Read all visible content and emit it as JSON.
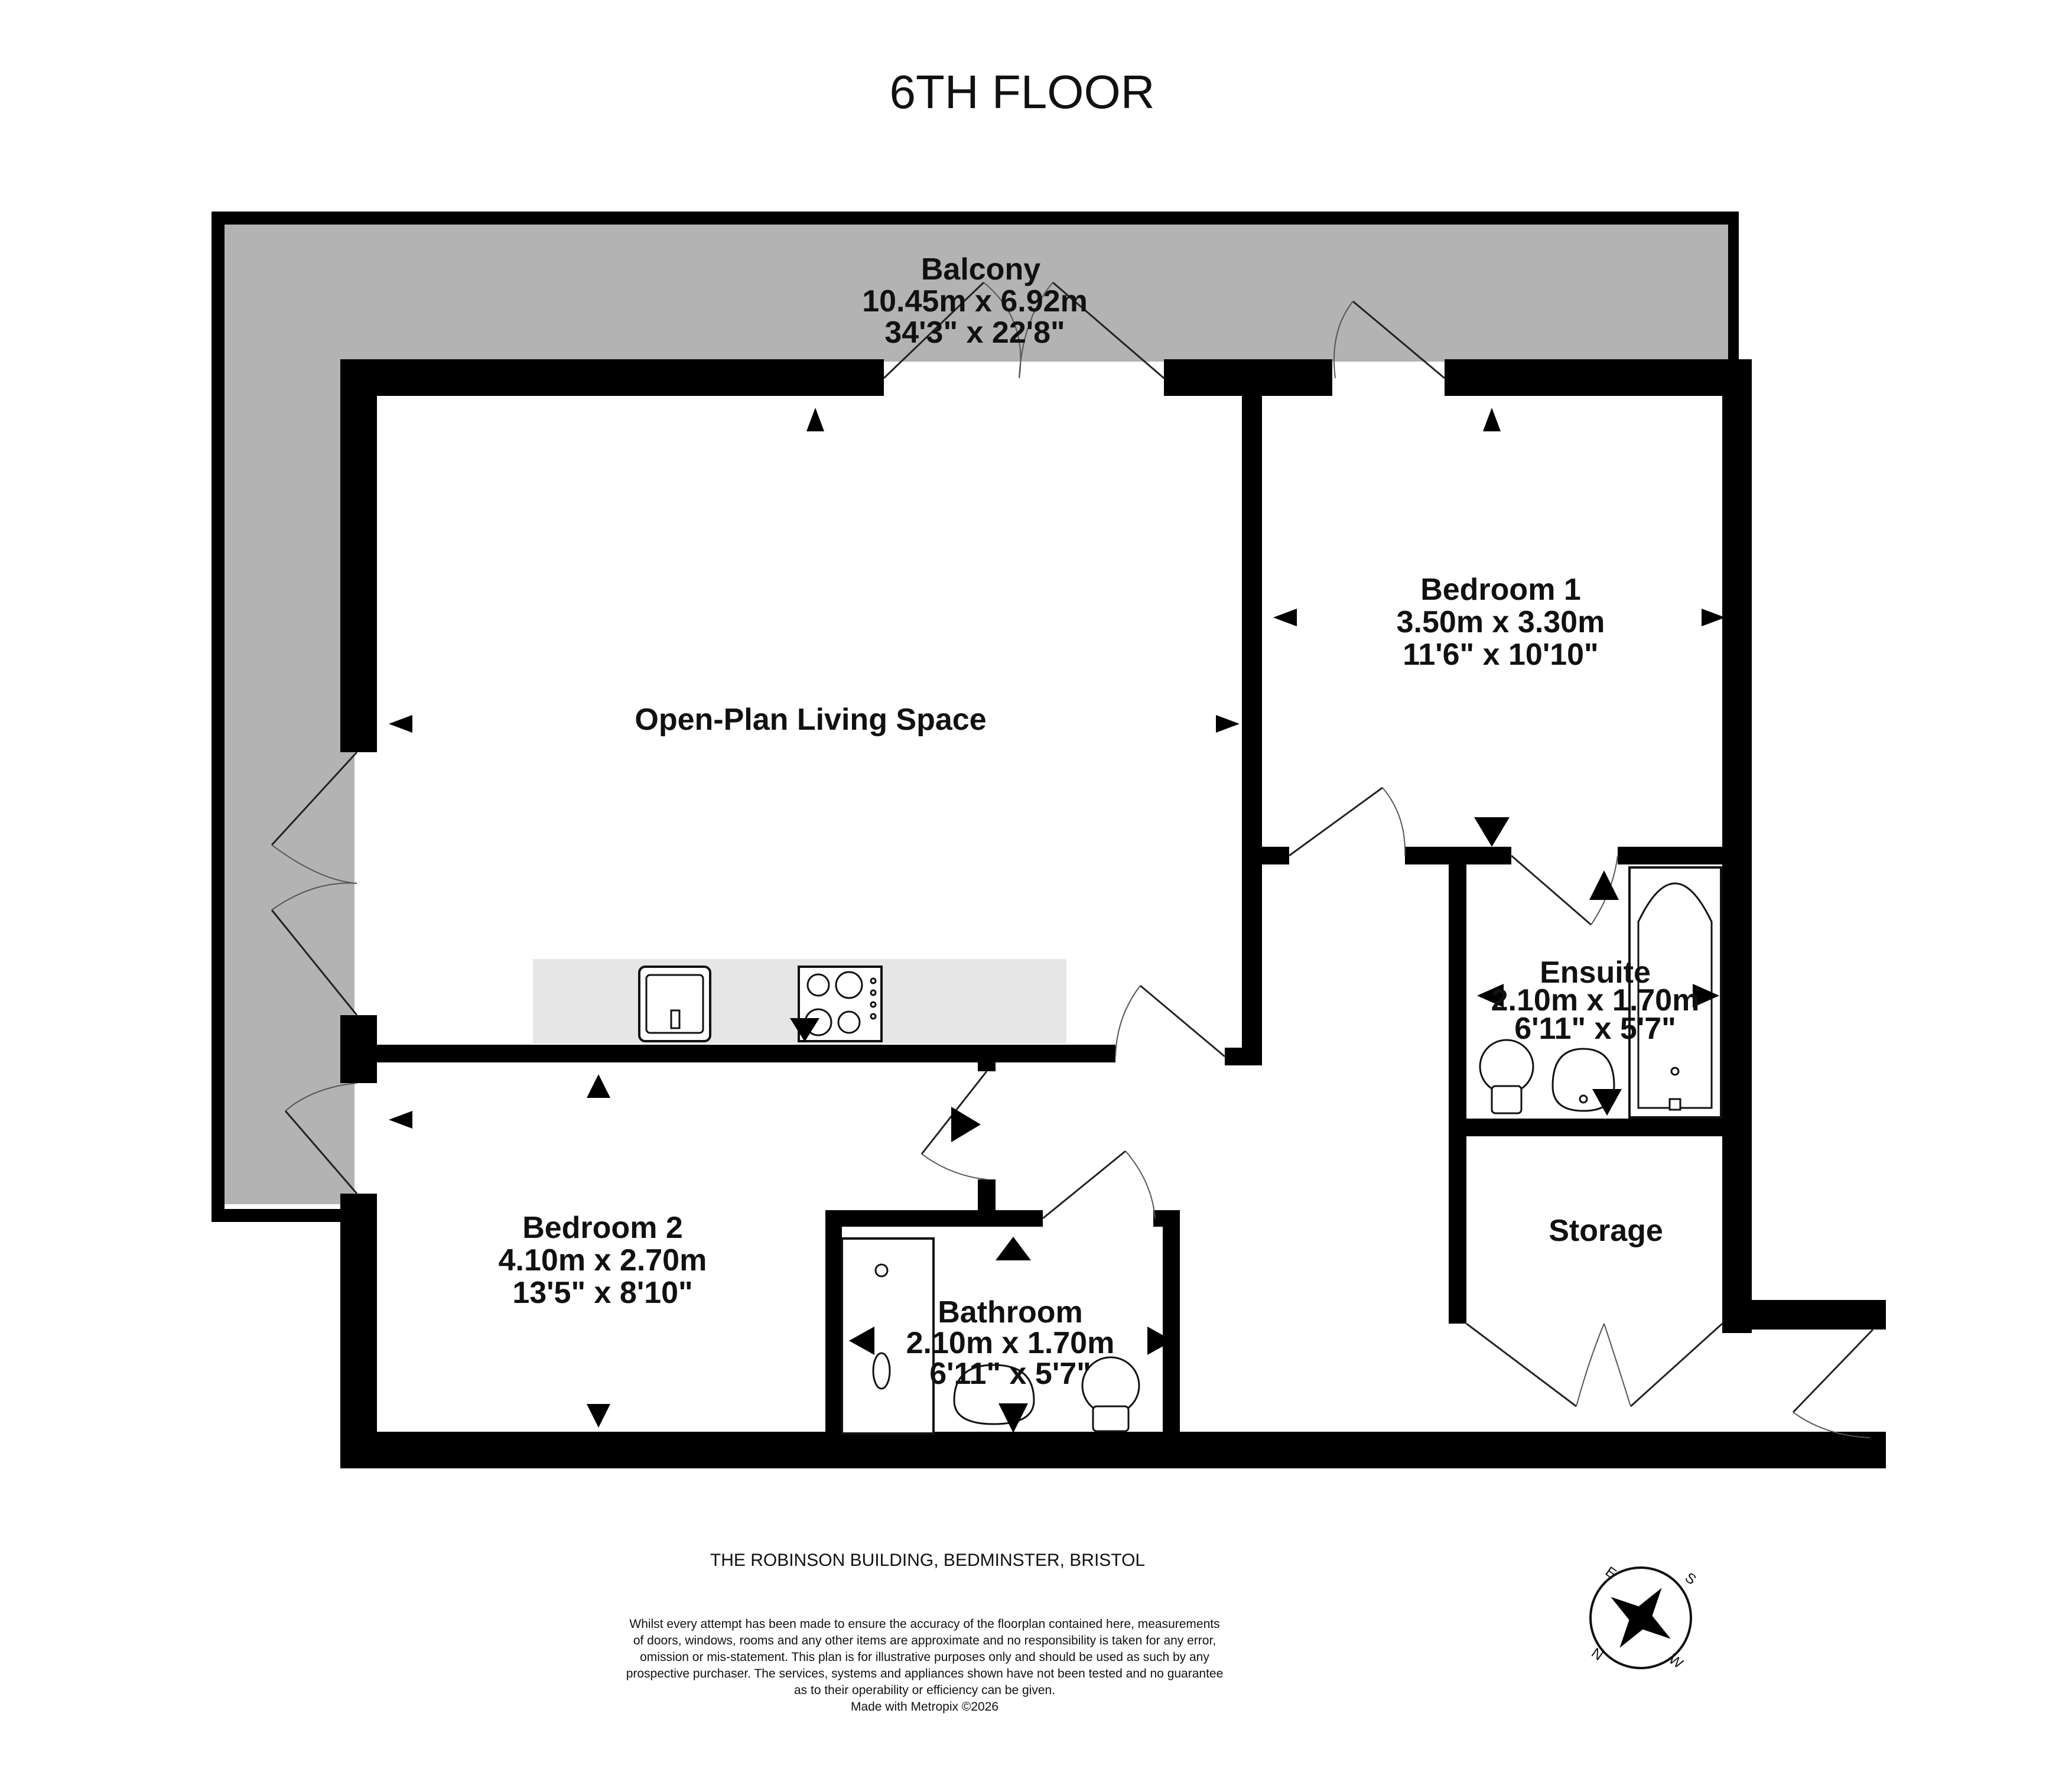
{
  "title": "6TH FLOOR",
  "rooms": {
    "balcony": {
      "name": "Balcony",
      "metric": "10.45m  x 6.92m",
      "imperial": "34'3\"  x 22'8\""
    },
    "living": {
      "name": "Open-Plan Living Space"
    },
    "bedroom1": {
      "name": "Bedroom 1",
      "metric": "3.50m  x 3.30m",
      "imperial": "11'6\"  x 10'10\""
    },
    "bedroom2": {
      "name": "Bedroom 2",
      "metric": "4.10m  x 2.70m",
      "imperial": "13'5\"  x 8'10\""
    },
    "ensuite": {
      "name": "Ensuite",
      "metric": "2.10m  x 1.70m",
      "imperial": "6'11\"  x 5'7\""
    },
    "bathroom": {
      "name": "Bathroom",
      "metric": "2.10m  x 1.70m",
      "imperial": "6'11\"  x 5'7\""
    },
    "storage": {
      "name": "Storage"
    }
  },
  "address": "THE ROBINSON BUILDING, BEDMINSTER, BRISTOL",
  "disclaimer": [
    "Whilst every attempt has been made to ensure the accuracy of the floorplan contained here, measurements",
    "of doors, windows, rooms and any other items are approximate and no responsibility is taken for any error,",
    "omission or mis-statement. This plan is for illustrative purposes only and should be used as such by any",
    "prospective purchaser. The services, systems and appliances shown have not been tested and no guarantee",
    "as to their operability or efficiency can be given.",
    "Made with Metropix ©2026"
  ],
  "compass": {
    "labels": [
      "N",
      "E",
      "S",
      "W"
    ],
    "icon": "compass-rose-icon"
  },
  "colors": {
    "wall": "#000000",
    "balcony": "#b3b3b3",
    "kitchen": "#e6e6e6",
    "background": "#ffffff"
  }
}
